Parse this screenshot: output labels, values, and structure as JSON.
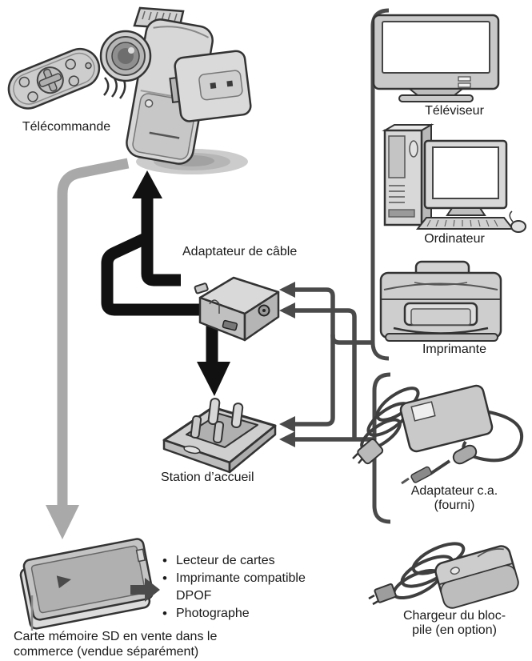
{
  "labels": {
    "remote": "Télécommande",
    "cable_adapter": "Adaptateur de câble",
    "docking_station": "Station d’accueil",
    "tv": "Téléviseur",
    "computer": "Ordinateur",
    "printer": "Imprimante",
    "ac_adapter_line1": "Adaptateur c.a.",
    "ac_adapter_line2": "(fourni)",
    "charger_line1": "Chargeur du bloc-",
    "charger_line2": "pile (en option)",
    "sd_caption_line1": "Carte mémoire SD en vente dans le",
    "sd_caption_line2": "commerce (vendue séparément)"
  },
  "bullet_list": {
    "items": [
      "Lecteur de cartes",
      "Imprimante compatible DPOF",
      "Photographe"
    ]
  },
  "colors": {
    "background": "#ffffff",
    "black_arrow": "#111111",
    "gray_arrow": "#a9a9a9",
    "connector_line": "#4a4a4a",
    "device_fill": "#d2d2d2",
    "device_outline": "#333333",
    "text": "#1a1a1a"
  }
}
